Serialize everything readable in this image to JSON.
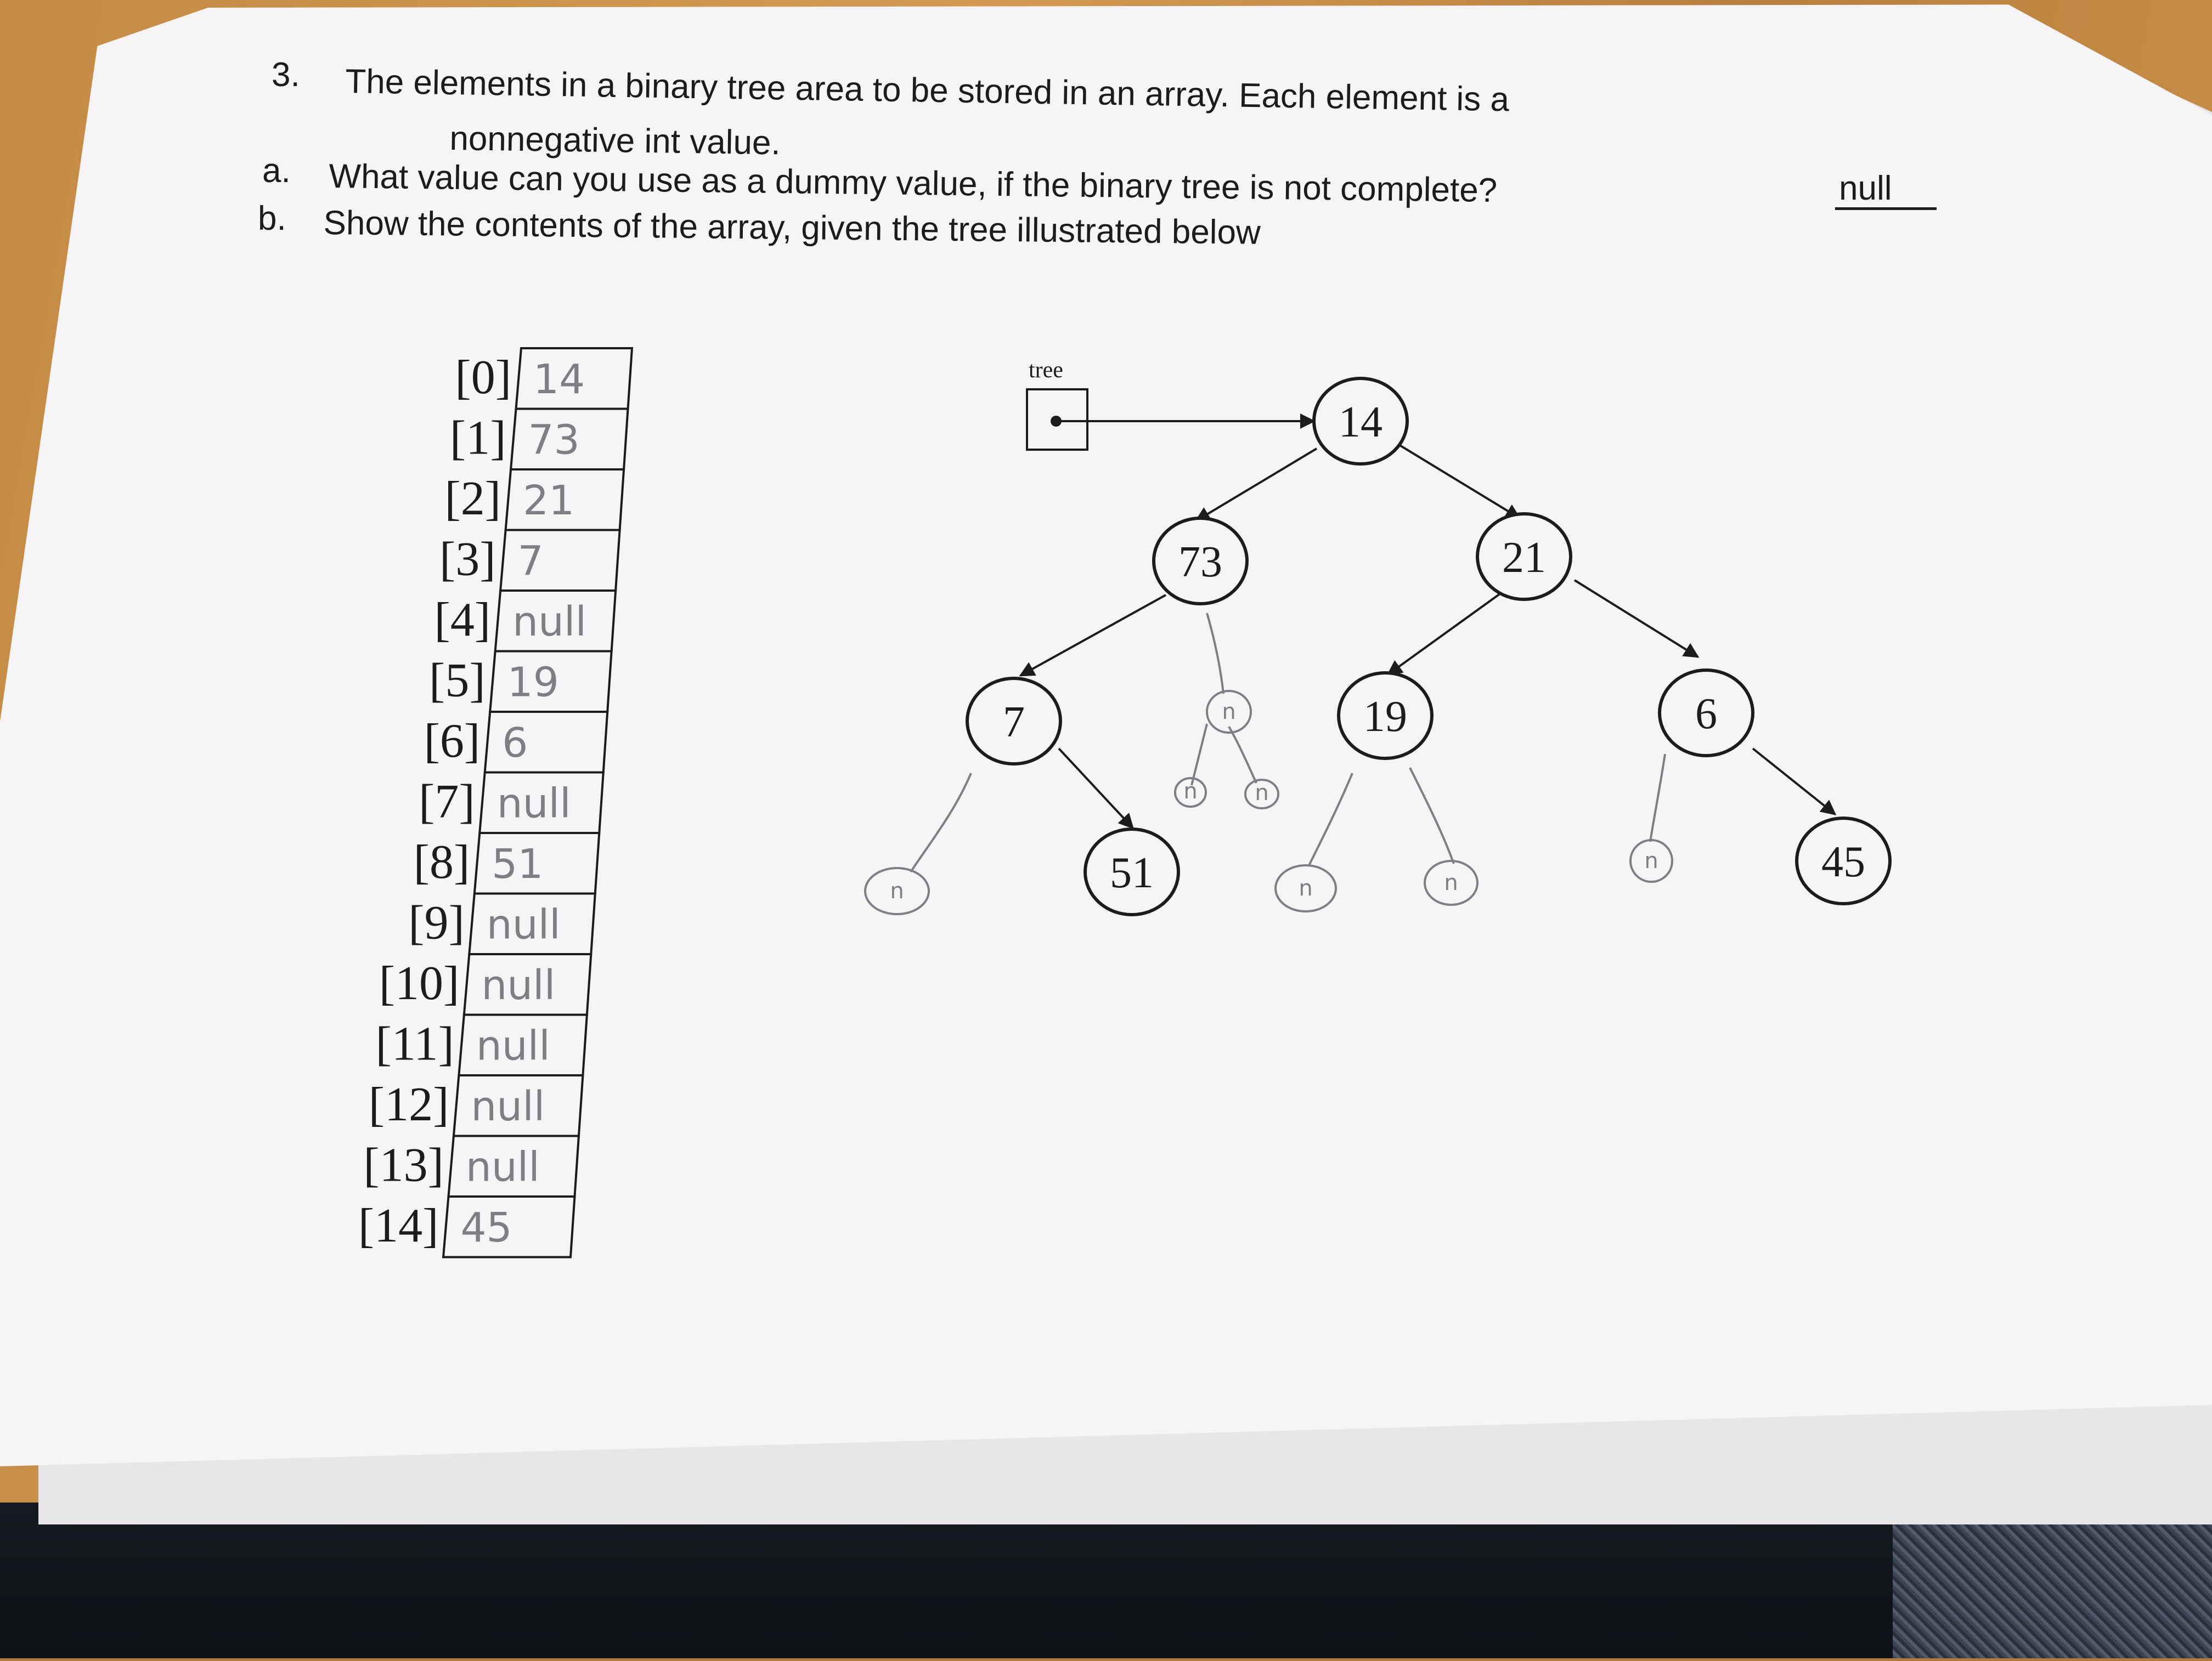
{
  "question": {
    "number": "3.",
    "line1": "The elements in a binary tree area to be stored in an array.  Each element is a",
    "line2": "nonnegative int value.",
    "part_a_label": "a.",
    "part_a_text": "What value can you use as a dummy value, if the binary tree is not complete?",
    "part_a_answer": "null",
    "part_b_label": "b.",
    "part_b_text": "Show the contents of the array, given the tree illustrated below"
  },
  "array": {
    "indices": [
      "[0]",
      "[1]",
      "[2]",
      "[3]",
      "[4]",
      "[5]",
      "[6]",
      "[7]",
      "[8]",
      "[9]",
      "[10]",
      "[11]",
      "[12]",
      "[13]",
      "[14]"
    ],
    "values": [
      "14",
      "73",
      "21",
      "7",
      "null",
      "19",
      "6",
      "null",
      "51",
      "null",
      "null",
      "null",
      "null",
      "null",
      "45"
    ]
  },
  "tree": {
    "pointer_label": "tree",
    "nodes": [
      "14",
      "73",
      "21",
      "7",
      "19",
      "6",
      "51",
      "45"
    ],
    "handwritten_null_mark": "n"
  },
  "colors": {
    "paper": "#f6f4f7",
    "print_ink": "#1c1c1e",
    "pencil": "#7d7f83"
  }
}
